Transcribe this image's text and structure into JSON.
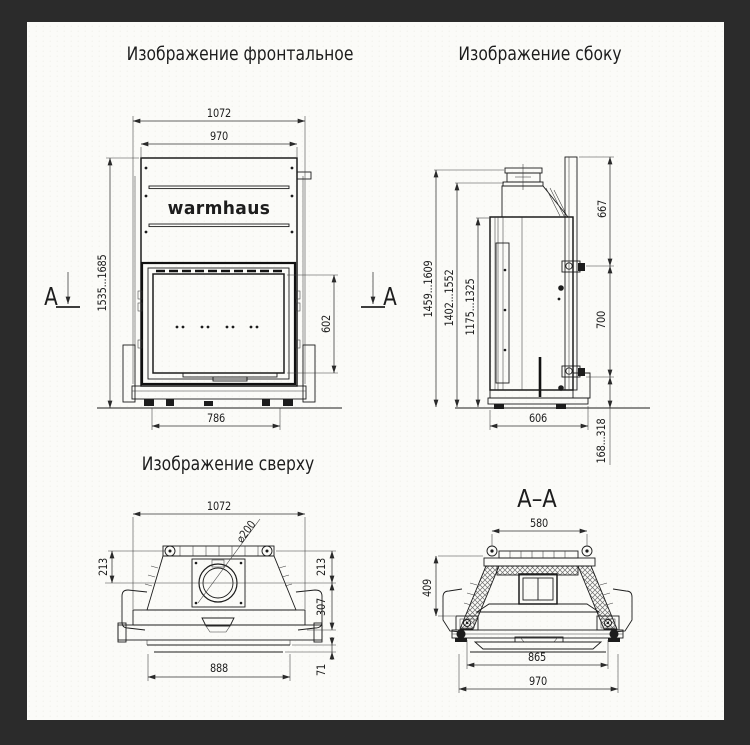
{
  "page": {
    "border_color": "#2b2b2b",
    "paper_color": "#fbfbf8",
    "line_color": "#1c1c1c"
  },
  "logo": "warmhaus",
  "views": {
    "frontal": {
      "title": "Изображение фронтальное",
      "section_marker": "A",
      "dims": {
        "outer_width": "1072",
        "body_width": "970",
        "height_range": "1535...1685",
        "glass_height": "602",
        "feet_width": "786"
      }
    },
    "side": {
      "title": "Изображение сбоку",
      "dims": {
        "total_height": "1459...1609",
        "flue_height": "1402...1552",
        "body_height": "1175...1325",
        "back_panel_height": "667",
        "bracket_span": "700",
        "depth": "606",
        "plinth_range": "168...318"
      }
    },
    "top": {
      "title": "Изображение сверху",
      "dims": {
        "outer_width": "1072",
        "flue_diameter": "⌀200",
        "rear_offset_left": "213",
        "rear_offset_right": "213",
        "front_depth": "307",
        "front_lip": "71",
        "base_width": "888"
      }
    },
    "section": {
      "title": "A–A",
      "dims": {
        "top_width": "580",
        "height": "409",
        "inner_width": "865",
        "outer_width": "970"
      }
    }
  }
}
